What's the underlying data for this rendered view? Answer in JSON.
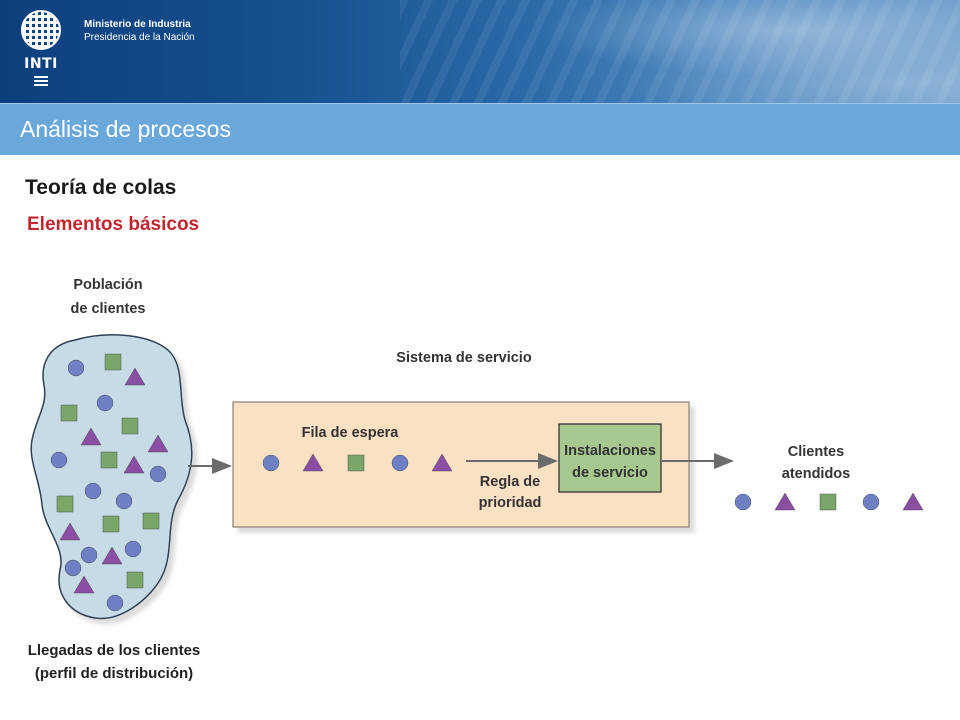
{
  "header": {
    "logo_text": "INTI",
    "ministry_line1": "Ministerio de Industria",
    "ministry_line2": "Presidencia de la Nación"
  },
  "title_bar": {
    "title": "Análisis de procesos"
  },
  "content": {
    "heading": "Teoría de colas",
    "subheading": "Elementos básicos"
  },
  "diagram": {
    "population_label": [
      "Población",
      "de clientes"
    ],
    "system_label": "Sistema de servicio",
    "queue_label": "Fila de espera",
    "service_label": [
      "Instalaciones",
      "de servicio"
    ],
    "priority_label": [
      "Regla de",
      "prioridad"
    ],
    "served_label": [
      "Clientes",
      "atendidos"
    ],
    "arrivals_label": [
      "Llegadas de los clientes",
      "(perfil de distribución)"
    ],
    "colors": {
      "circle": "#6f7fc4",
      "triangle": "#8a4fa3",
      "square": "#7aa66a",
      "service_box": "#a7c98f",
      "system_box": "#fbe1c4",
      "population_blob": "#c6dbe6"
    },
    "queue_items": [
      "circle",
      "triangle",
      "square",
      "circle",
      "triangle"
    ],
    "served_items": [
      "circle",
      "triangle",
      "square",
      "circle",
      "triangle"
    ]
  }
}
